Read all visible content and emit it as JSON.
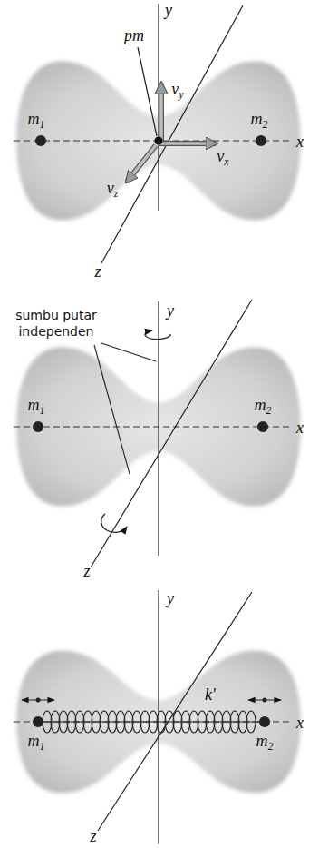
{
  "diagram": {
    "labels": [
      "y",
      "pm",
      "vy",
      "m1",
      "m2",
      "x",
      "vx",
      "vz",
      "z",
      "sumbu putar independen",
      "y",
      "m1",
      "m2",
      "x",
      "z",
      "y",
      "k'",
      "m1",
      "m2",
      "x",
      "z"
    ]
  }
}
